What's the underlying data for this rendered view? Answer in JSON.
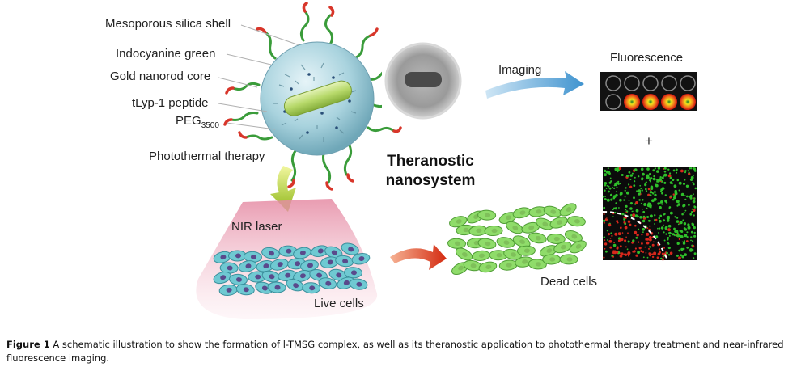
{
  "labels": {
    "shell": "Mesoporous silica shell",
    "icg": "Indocyanine green",
    "core": "Gold nanorod core",
    "peptide": "tLyp-1 peptide",
    "peg_main": "PEG",
    "peg_sub": "3500",
    "ptt": "Photothermal therapy",
    "imaging": "Imaging",
    "fluorescence": "Fluorescence",
    "plus": "+",
    "theranostic_line1": "Theranostic",
    "theranostic_line2": "nanosystem",
    "nir": "NIR laser",
    "live": "Live cells",
    "dead": "Dead cells"
  },
  "caption": {
    "prefix": "Figure 1",
    "text": " A schematic illustration to show the formation of l-TMSG complex, as well as its theranostic application to photothermal therapy treatment and near-infrared fluorescence imaging."
  },
  "colors": {
    "shell": "#a9d3de",
    "core": "#b7d96a",
    "green_arrow": "#a8c41e",
    "blue_arrow": "#5aa7d8",
    "red_arrow": "#e0401c",
    "live_cell": "#6fc9d2",
    "dead_cell": "#8fdc6a",
    "laser": "#e9a7b8"
  }
}
